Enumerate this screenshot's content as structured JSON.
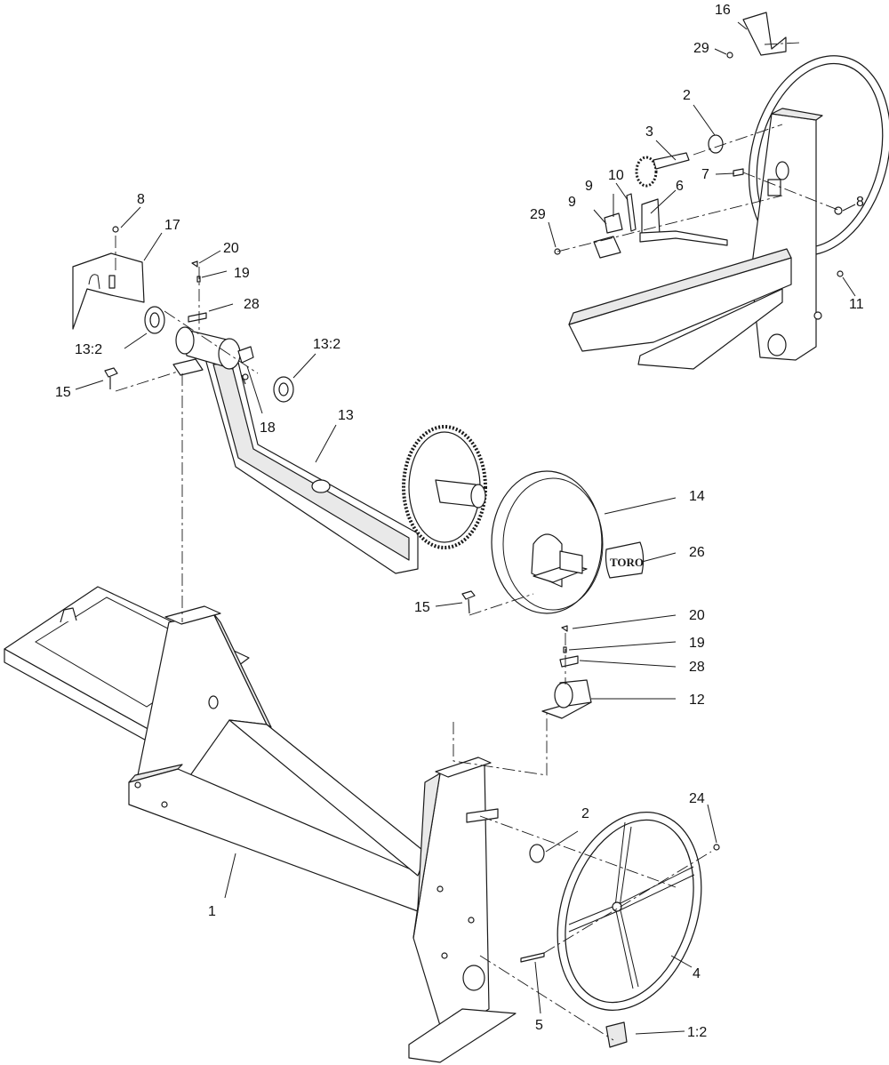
{
  "callouts": {
    "c1": "1",
    "c1_2": "1:2",
    "c2_top": "2",
    "c2_bottom": "2",
    "c3": "3",
    "c4": "4",
    "c5": "5",
    "c6": "6",
    "c7": "7",
    "c8_left": "8",
    "c8_right": "8",
    "c9_a": "9",
    "c9_b": "9",
    "c10": "10",
    "c11": "11",
    "c12": "12",
    "c13": "13",
    "c13_2_left": "13:2",
    "c13_2_right": "13:2",
    "c14": "14",
    "c15_top": "15",
    "c15_mid": "15",
    "c16": "16",
    "c17": "17",
    "c18": "18",
    "c19_top": "19",
    "c19_mid": "19",
    "c20_top": "20",
    "c20_mid": "20",
    "c24": "24",
    "c26": "26",
    "c28_top": "28",
    "c28_mid": "28",
    "c29_top": "29",
    "c29_left": "29"
  },
  "decal_logo_text": "TORO"
}
